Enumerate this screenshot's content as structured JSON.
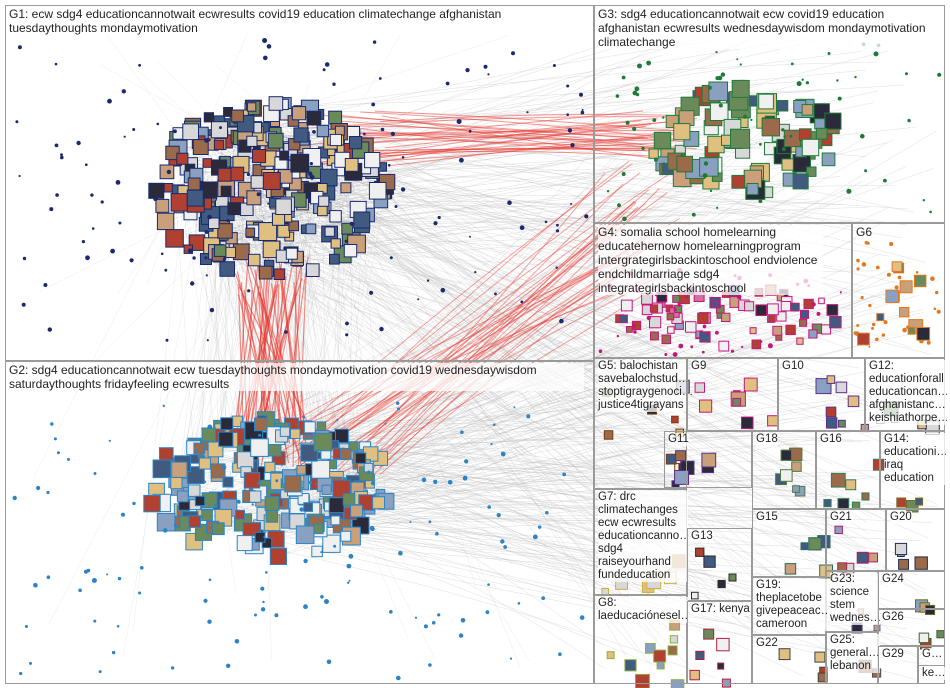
{
  "title": "",
  "colors": {
    "box_border": "#9a9a9a",
    "edge_gray": "#b8b8b8",
    "edge_red": "#e8342c",
    "g1_node": "#1a2a6c",
    "g2_node": "#2a84c6",
    "g3_node": "#1f7a3a",
    "g4_node": "#c2187a",
    "g5_node": "#7a3c10",
    "g6_node": "#e07a20",
    "misc_node": "#5a2f8a"
  },
  "groups": [
    {
      "id": "G1",
      "label": "G1: ecw sdg4 educationcannotwait ecwresults covid19 education climatechange afghanistan tuesdaythoughts mondaymotivation"
    },
    {
      "id": "G2",
      "label": "G2: sdg4 educationcannotwait ecw tuesdaythoughts mondaymotivation covid19 wednesdaywisdom saturdaythoughts fridayfeeling ecwresults"
    },
    {
      "id": "G3",
      "label": "G3: sdg4 educationcannotwait ecw covid19 education afghanistan ecwresults wednesdaywisdom mondaymotivation climatechange"
    },
    {
      "id": "G4",
      "label": "G4: somalia school homelearning educatehernow homelearningprogram intergrategirlsbackintoschool endviolence endchildmarriage sdg4 integrategirlsbackintoschool"
    },
    {
      "id": "G5",
      "label": "G5: balochistan savebalochstud… stoptigraygenoci… justice4tigrayans"
    },
    {
      "id": "G6",
      "label": "G6"
    },
    {
      "id": "G7",
      "label": "G7: drc climatechanges ecw ecwresults educationcanno… sdg4 raiseyourhand fundeducation"
    },
    {
      "id": "G8",
      "label": "G8: laeducaciónesel…"
    },
    {
      "id": "G9",
      "label": "G9"
    },
    {
      "id": "G10",
      "label": "G10"
    },
    {
      "id": "G11",
      "label": "G11"
    },
    {
      "id": "G12",
      "label": "G12: educationforall educationcan… afghanistanc… keishiathorpe…"
    },
    {
      "id": "G13",
      "label": "G13"
    },
    {
      "id": "G14",
      "label": "G14: educationi… iraq education"
    },
    {
      "id": "G15",
      "label": "G15"
    },
    {
      "id": "G16",
      "label": "G16"
    },
    {
      "id": "G17",
      "label": "G17: kenya"
    },
    {
      "id": "G18",
      "label": "G18"
    },
    {
      "id": "G19",
      "label": "G19: theplacetobe givepeaceac… cameroon"
    },
    {
      "id": "G20",
      "label": "G20"
    },
    {
      "id": "G21",
      "label": "G21"
    },
    {
      "id": "G22",
      "label": "G22"
    },
    {
      "id": "G23",
      "label": "G23: science stem wednes…"
    },
    {
      "id": "G24",
      "label": "G24"
    },
    {
      "id": "G25",
      "label": "G25: general… lebanon"
    },
    {
      "id": "G26",
      "label": "G26"
    },
    {
      "id": "G29",
      "label": "G29"
    },
    {
      "id": "G30",
      "label": "G…"
    },
    {
      "id": "G31",
      "label": "ke…"
    }
  ]
}
